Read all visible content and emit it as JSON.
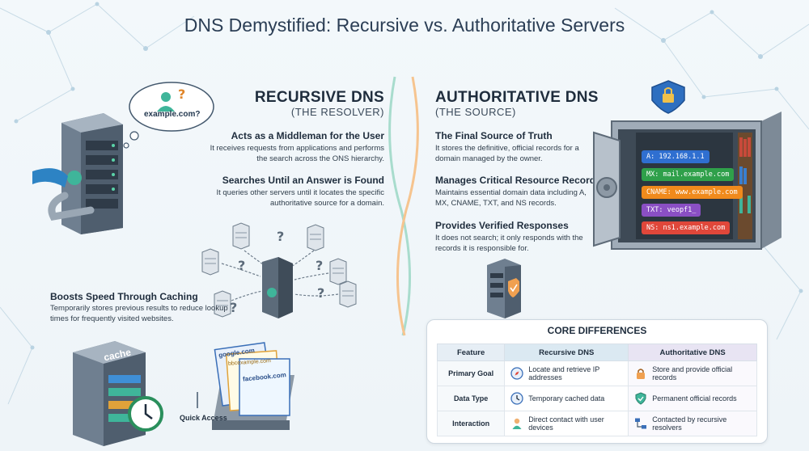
{
  "title": "DNS Demystified: Recursive vs. Authoritative Servers",
  "cloud_text": "example.com?",
  "recursive": {
    "heading": "RECURSIVE DNS",
    "subheading": "(THE RESOLVER)",
    "points": [
      {
        "title": "Acts as a Middleman for the User",
        "text": "It receives requests from applications and performs the search across the ONS hierarchy."
      },
      {
        "title": "Searches Until an Answer is Found",
        "text": "It queries other servers until it locates the specific authoritative source for a domain."
      }
    ],
    "caching": {
      "title": "Boosts Speed Through Caching",
      "text": "Temporarily stores previous results to reduce lookup times for frequently visited websites."
    },
    "cache_label": "cache",
    "quick_access": "Quick Access",
    "cards": [
      "google.com",
      "bbcexample.com",
      "facebook.com"
    ]
  },
  "authoritative": {
    "heading": "AUTHORITATIVE DNS",
    "subheading": "(THE SOURCE)",
    "points": [
      {
        "title": "The Final Source of Truth",
        "text": "It stores the definitive, official records for a domain managed by the owner."
      },
      {
        "title": "Manages Critical Resource Records",
        "text": "Maintains essential domain data including A, MX, CNAME, TXT, and NS records."
      },
      {
        "title": "Provides Verified Responses",
        "text": "It does not search; it only responds with the records it is responsible for."
      }
    ],
    "records": [
      {
        "text": "A: 192.168.1.1",
        "color": "#2f6fd0"
      },
      {
        "text": "MX: mail.example.com",
        "color": "#2fa04a"
      },
      {
        "text": "CNAME: www.example.com",
        "color": "#f08a1c"
      },
      {
        "text": "TXT: veopf1_",
        "color": "#8a4fc4"
      },
      {
        "text": "NS: ns1.example.com",
        "color": "#e0473a"
      }
    ]
  },
  "table": {
    "title": "CORE DIFFERENCES",
    "headers": [
      "Feature",
      "Recursive DNS",
      "Authoritative DNS"
    ],
    "rows": [
      {
        "feature": "Primary Goal",
        "recursive": "Locate and retrieve IP addresses",
        "recursive_icon": "compass-icon",
        "authoritative": "Store and provide official records",
        "authoritative_icon": "lock-icon"
      },
      {
        "feature": "Data Type",
        "recursive": "Temporary cached data",
        "recursive_icon": "clock-icon",
        "authoritative": "Permanent official records",
        "authoritative_icon": "shield-icon"
      },
      {
        "feature": "Interaction",
        "recursive": "Direct contact with user devices",
        "recursive_icon": "user-icon",
        "authoritative": "Contacted by recursive resolvers",
        "authoritative_icon": "network-icon"
      }
    ]
  },
  "colors": {
    "recursive_accent": "#3bb39a",
    "authoritative_accent": "#f0a050",
    "title": "#2b3e55"
  }
}
